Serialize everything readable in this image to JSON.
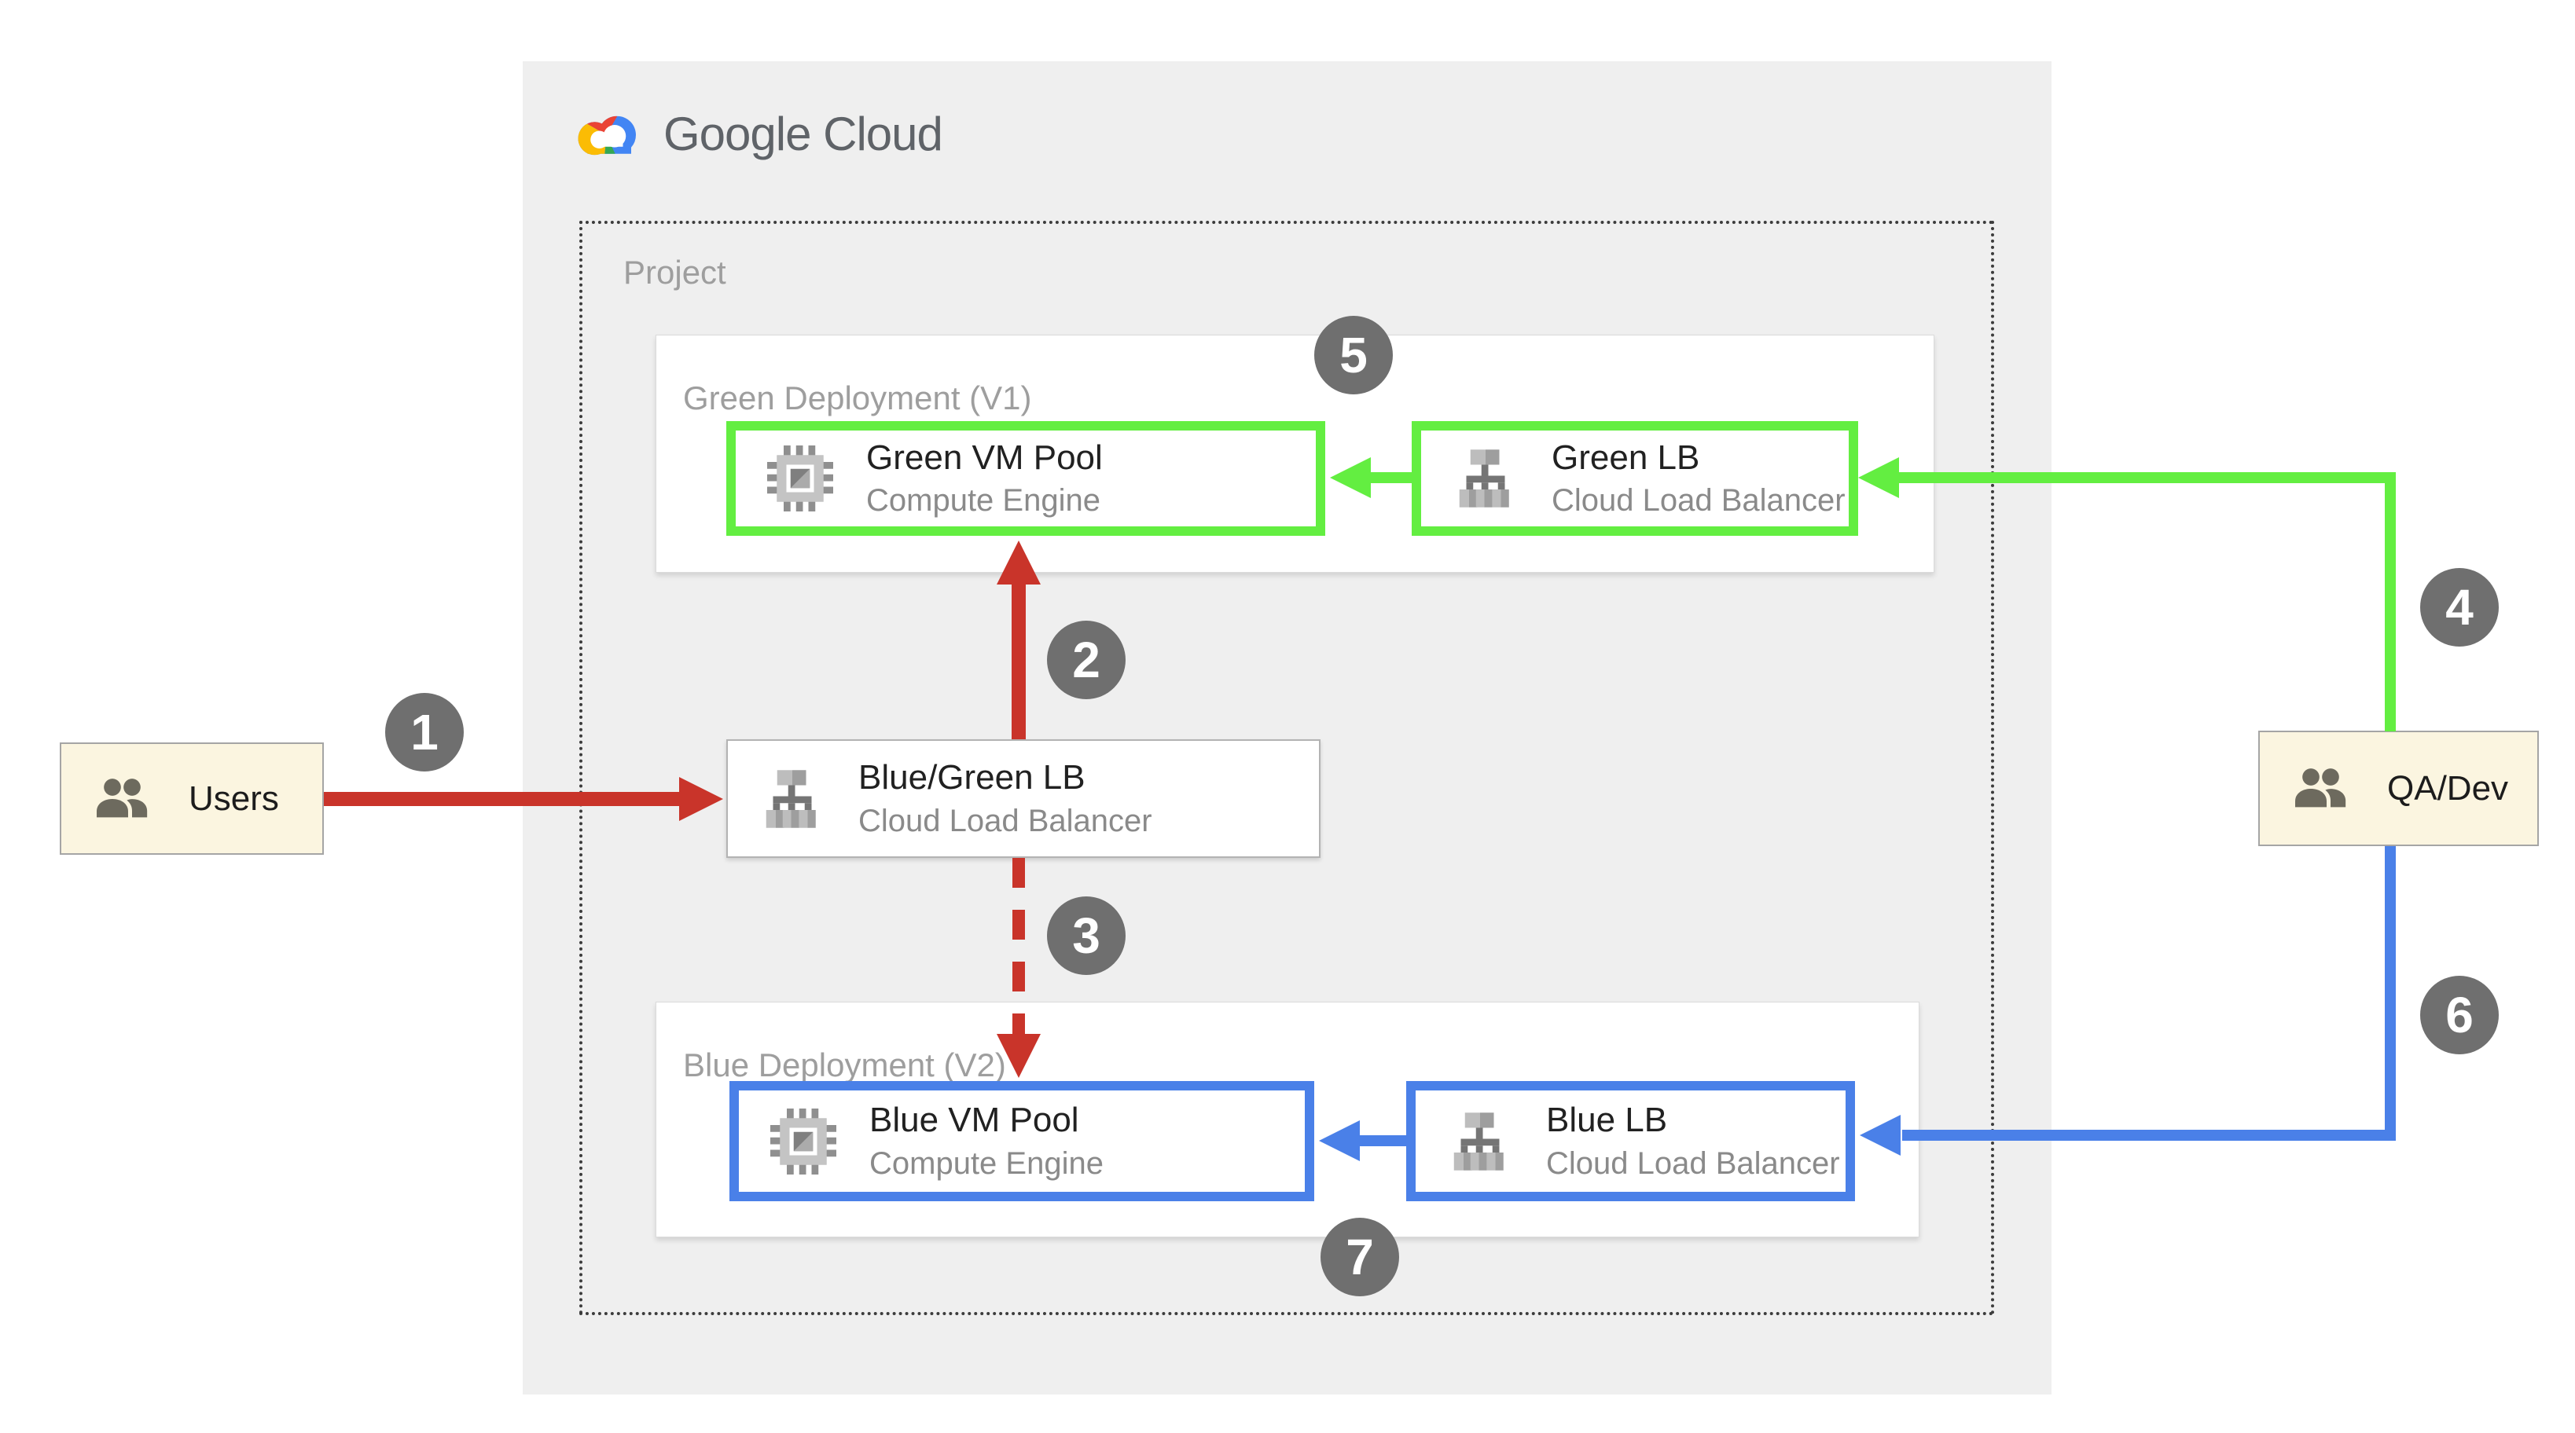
{
  "logo": {
    "text": "Google Cloud"
  },
  "project": {
    "label": "Project"
  },
  "groups": {
    "green": {
      "label": "Green Deployment (V1)"
    },
    "blue": {
      "label": "Blue Deployment (V2)"
    }
  },
  "nodes": {
    "green_vm": {
      "title": "Green VM Pool",
      "subtitle": "Compute Engine"
    },
    "green_lb": {
      "title": "Green LB",
      "subtitle": "Cloud Load Balancer"
    },
    "bluegreen_lb": {
      "title": "Blue/Green LB",
      "subtitle": "Cloud Load Balancer"
    },
    "blue_vm": {
      "title": "Blue VM Pool",
      "subtitle": "Compute Engine"
    },
    "blue_lb": {
      "title": "Blue LB",
      "subtitle": "Cloud Load Balancer"
    }
  },
  "actors": {
    "users": {
      "label": "Users"
    },
    "qadev": {
      "label": "QA/Dev"
    }
  },
  "steps": [
    "1",
    "2",
    "3",
    "4",
    "5",
    "6",
    "7"
  ],
  "colors": {
    "green_accent": "#63EE41",
    "blue_accent": "#4A80E8",
    "red_accent": "#C9342A",
    "badge_gray": "#6F6F6F",
    "actor_fill": "#FBF5E0",
    "panel_gray": "#EFEFEF"
  }
}
